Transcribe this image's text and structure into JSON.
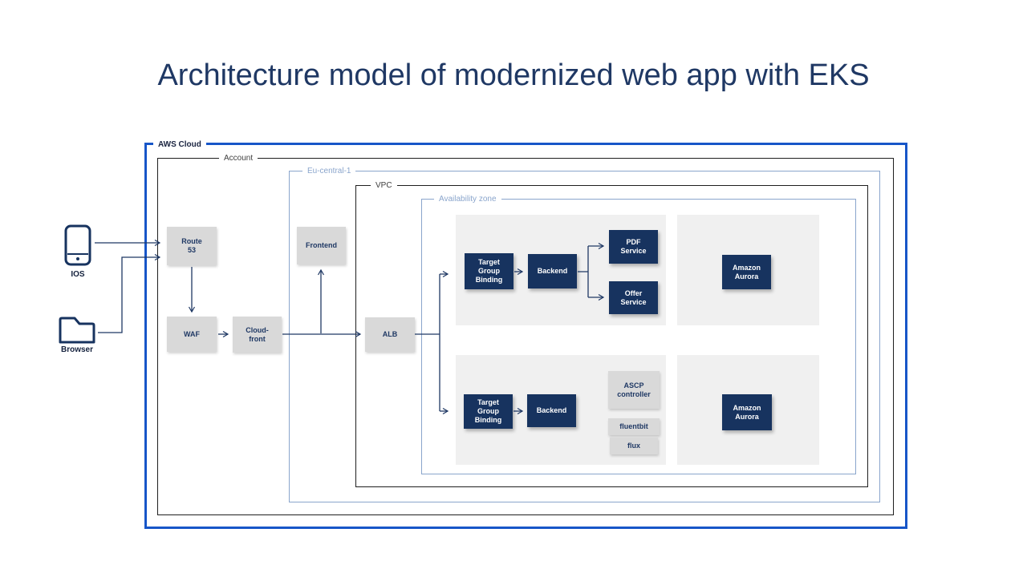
{
  "title": "Architecture model of modernized web app with EKS",
  "containers": {
    "aws_cloud": "AWS Cloud",
    "account": "Account",
    "region": "Eu-central-1",
    "vpc": "VPC",
    "availability_zone": "Availability zone"
  },
  "clients": {
    "ios": "IOS",
    "browser": "Browser"
  },
  "nodes": {
    "route53": "Route\n53",
    "waf": "WAF",
    "cloudfront": "Cloud-\nfront",
    "frontend": "Frontend",
    "alb": "ALB",
    "target_group_binding_1": "Target\nGroup\nBinding",
    "backend_1": "Backend",
    "pdf_service": "PDF\nService",
    "offer_service": "Offer\nService",
    "aurora_1": "Amazon\nAurora",
    "target_group_binding_2": "Target\nGroup\nBinding",
    "backend_2": "Backend",
    "ascp_controller": "ASCP\ncontroller",
    "fluentbit": "fluentbit",
    "flux": "flux",
    "aurora_2": "Amazon\nAurora"
  },
  "colors": {
    "title_navy": "#1f3864",
    "aws_cloud_border_blue": "#1756c8",
    "navy_box_fill": "#17335f",
    "gray_box_fill": "#d9d9d9",
    "panel_gray": "#f0f0f0",
    "light_blue_border": "#8aa5cc",
    "dark_border": "#1f1f1f",
    "arrow_navy": "#1f3864"
  }
}
